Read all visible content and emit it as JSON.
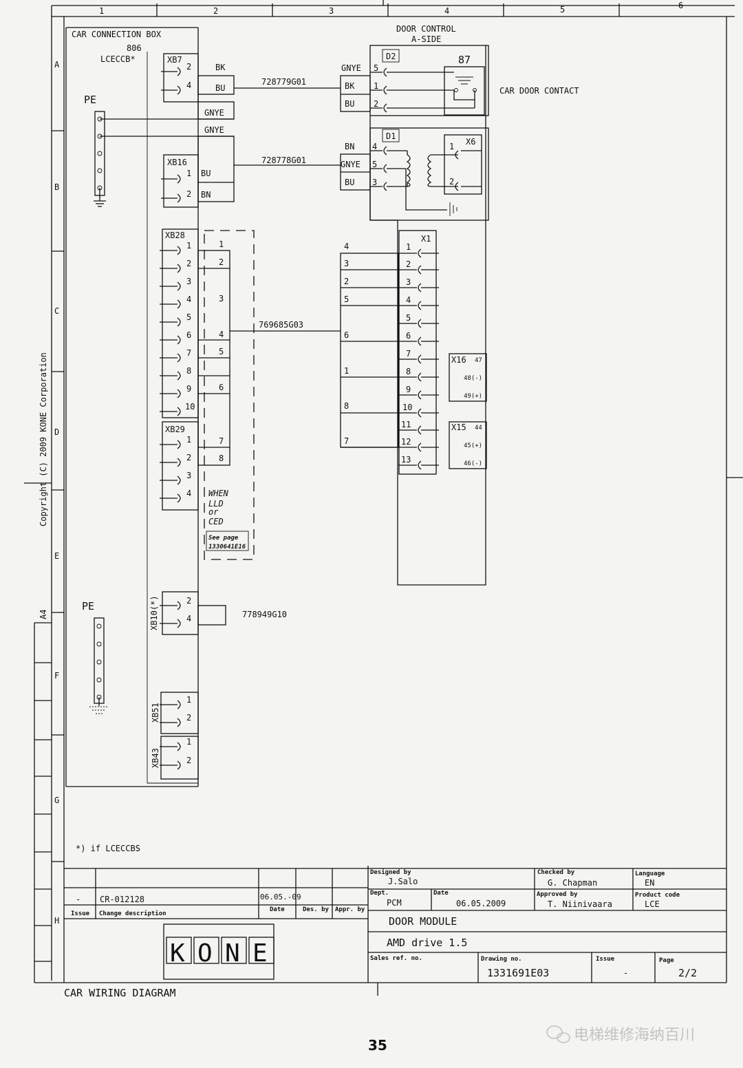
{
  "grid": {
    "cols": [
      "1",
      "2",
      "3",
      "4",
      "5",
      "6"
    ],
    "rows": [
      "A",
      "B",
      "C",
      "D",
      "E",
      "F",
      "G",
      "H"
    ]
  },
  "copyright": "Copyright (C) 2009 KONE Corporation",
  "paper_size": "A4",
  "car_box": {
    "title": "CAR CONNECTION BOX",
    "num": "806",
    "code": "LCECCB*"
  },
  "door_control": {
    "title": "DOOR CONTROL",
    "side": "A-SIDE"
  },
  "car_door_contact": {
    "ref": "87",
    "label": "CAR DOOR CONTACT"
  },
  "pe": "PE",
  "connectors": {
    "xb7": "XB7",
    "xb16": "XB16",
    "xb28": "XB28",
    "xb29": "XB29",
    "xb10": "XB10(*)",
    "xb51": "XB51",
    "xb43": "XB43",
    "d2": "D2",
    "d1": "D1",
    "x1": "X1",
    "x6": "X6",
    "x16": "X16",
    "x15": "X15"
  },
  "wire_colors": {
    "bk": "BK",
    "bu": "BU",
    "gnye": "GNYE",
    "bn": "BN"
  },
  "cables": {
    "c1": "728779G01",
    "c2": "728778G01",
    "c3": "769685G03",
    "c4": "778949G10"
  },
  "pins": {
    "p1": "1",
    "p2": "2",
    "p3": "3",
    "p4": "4",
    "p5": "5",
    "p6": "6",
    "p7": "7",
    "p8": "8",
    "p9": "9",
    "p10": "10",
    "p11": "11",
    "p12": "12",
    "p13": "13"
  },
  "x16_pins": {
    "a": "47",
    "b": "48(-)",
    "c": "49(+)"
  },
  "x15_pins": {
    "a": "44",
    "b": "45(+)",
    "c": "46(-)"
  },
  "lld_note": {
    "l1": "WHEN",
    "l2": "LLD",
    "l3": "or",
    "l4": "CED",
    "see": "See page",
    "ref": "1330641E16"
  },
  "footnote": "*) if LCECCBS",
  "title_block": {
    "change_dash": "-",
    "change_no": "CR-012128",
    "change_date": "06.05.-09",
    "issue_h": "Issue",
    "change_h": "Change description",
    "date_h": "Date",
    "des_by_h": "Des. by",
    "appr_by_h": "Appr. by",
    "designed_by_h": "Designed by",
    "designed_by": "J.Salo",
    "checked_by_h": "Checked by",
    "checked_by": "G. Chapman",
    "language_h": "Language",
    "language": "EN",
    "dept_h": "Dept.",
    "dept": "PCM",
    "date_lbl": "Date",
    "date": "06.05.2009",
    "approved_by_h": "Approved by",
    "approved_by": "T. Niinivaara",
    "product_code_h": "Product code",
    "product_code": "LCE",
    "title1": "DOOR MODULE",
    "title2": "AMD drive 1.5",
    "sales_ref_h": "Sales ref. no.",
    "drawing_no_h": "Drawing no.",
    "drawing_no": "1331691E03",
    "issue2_h": "Issue",
    "issue2": "-",
    "page_h": "Page",
    "page": "2/2"
  },
  "logo": [
    "K",
    "O",
    "N",
    "E"
  ],
  "bottom_title": "CAR WIRING DIAGRAM",
  "page_number": "35",
  "watermark": "电梯维修海纳百川"
}
